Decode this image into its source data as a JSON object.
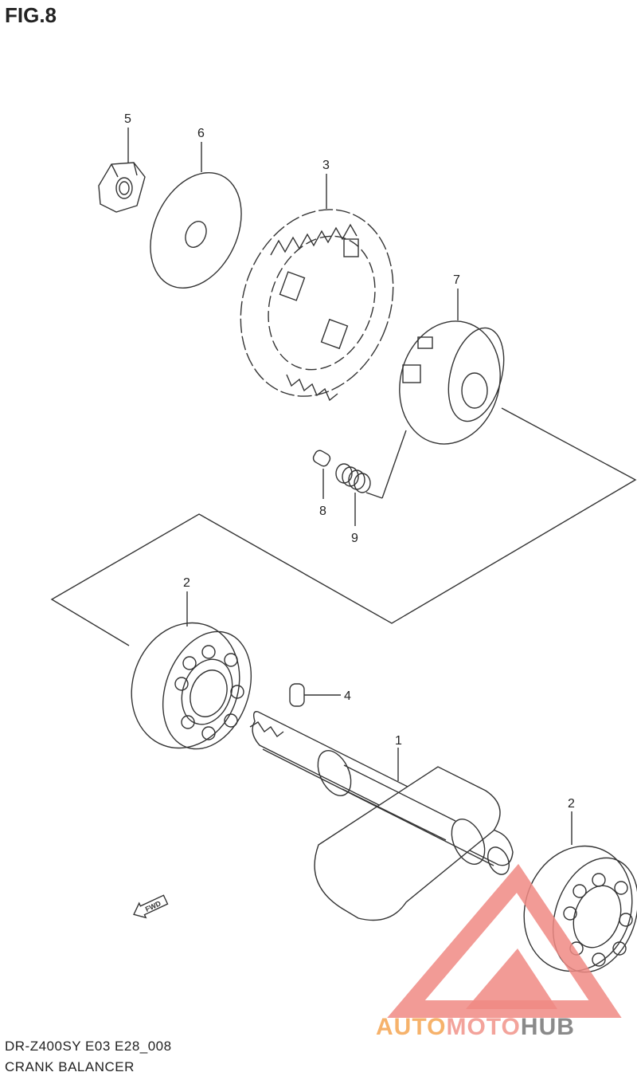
{
  "figure": {
    "title": "FIG.8"
  },
  "callouts": {
    "c1": "1",
    "c2a": "2",
    "c2b": "2",
    "c3": "3",
    "c4": "4",
    "c5": "5",
    "c6": "6",
    "c7": "7",
    "c8": "8",
    "c9": "9"
  },
  "fwd_label": "FWD",
  "footer": {
    "code": "DR-Z400SY E03 E28_008",
    "section": "CRANK BALANCER"
  },
  "watermark": {
    "part1": "AUTO",
    "part2": "MOTO",
    "part3": "HUB",
    "colors": {
      "auto": "#f6b26b",
      "moto": "#f3a39b",
      "hub": "#8a8a8a",
      "triangle": "#f08a84"
    }
  }
}
